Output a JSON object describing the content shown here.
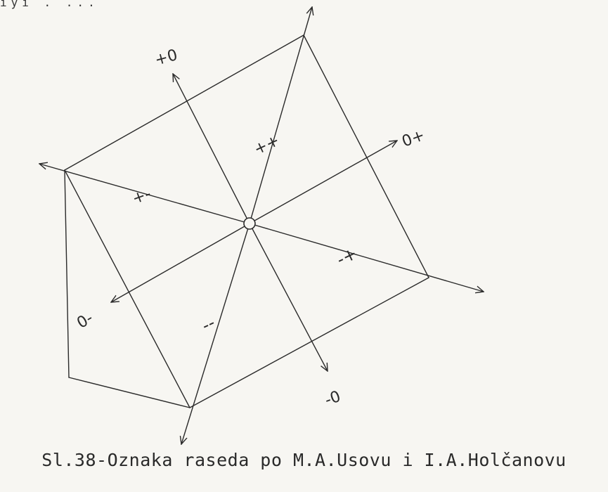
{
  "header_fragment": "ıyı  .  ...",
  "labels": {
    "plus_zero": "+0",
    "zero_plus": "0+",
    "plus_plus": "++",
    "plus_minus": "+-",
    "minus_plus": "-+",
    "zero_minus": "0-",
    "minus_minus": "--",
    "minus_zero": "-0"
  },
  "caption": "Sl.38-Oznaka raseda po M.A.Usovu i I.A.Holčanovu",
  "colors": {
    "ink": "#2a2a2a",
    "paper": "#f7f6f2"
  }
}
